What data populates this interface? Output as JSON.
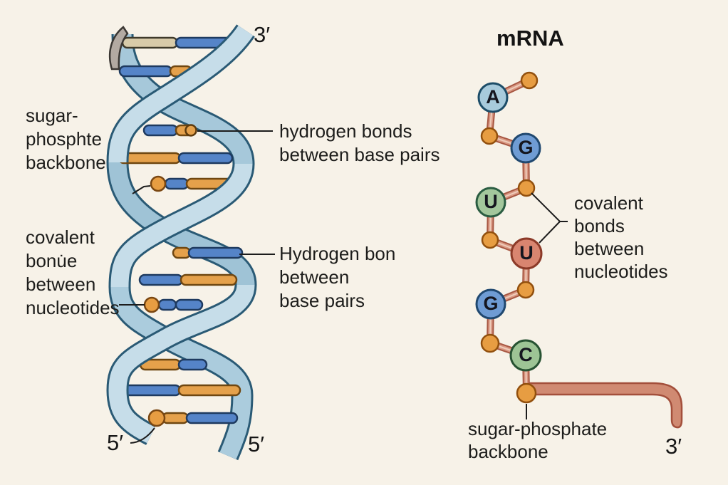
{
  "figure": {
    "type": "biology-diagram",
    "subject": "DNA double helix vs mRNA single strand",
    "background_color": "#f7f2e8",
    "text_color": "#1d1d1b"
  },
  "dna": {
    "labels": {
      "sugar_phosphate": {
        "lines": [
          "sugar-",
          "phosphte",
          "backbone"
        ]
      },
      "covalent": {
        "lines": [
          "covalent",
          "bonu̇e",
          "between",
          "nucleotides"
        ]
      },
      "hydrogen_top": {
        "lines": [
          "hydrogen bonds",
          "between base pairs"
        ]
      },
      "hydrogen_mid": {
        "lines": [
          "Hydrogen bon",
          "between",
          "base pairs"
        ]
      },
      "end_top_right": "3′",
      "end_bottom_left": "5′",
      "end_bottom_right": "5′"
    },
    "colors": {
      "ribbon_front": "#c2dbe8",
      "ribbon_back": "#a6c8da",
      "ribbon_outline": "#2a5a75",
      "rung_blue": "#5584c8",
      "rung_orange": "#e5a14b",
      "rung_tan": "#d8cba9",
      "end_cap_gray": "#b3aaa2"
    }
  },
  "mrna": {
    "title": "mRNA",
    "bases": [
      {
        "letter": "A",
        "color": "#a8cbdc"
      },
      {
        "letter": "G",
        "color": "#6f9cd4"
      },
      {
        "letter": "U",
        "color": "#a3c79c"
      },
      {
        "letter": "U",
        "color": "#d98570"
      },
      {
        "letter": "G",
        "color": "#6f9cd4"
      },
      {
        "letter": "C",
        "color": "#9dc495"
      }
    ],
    "labels": {
      "covalent": {
        "lines": [
          "covalent",
          "bonds",
          "between",
          "nucleotides"
        ]
      },
      "backbone": {
        "lines": [
          "sugar-phosphate",
          "backbone"
        ]
      },
      "end_three_prime": "3′"
    },
    "colors": {
      "bond": "#a85843",
      "phosphate_dot": "#e79d42",
      "backbone_bar": "#d08a72"
    }
  }
}
